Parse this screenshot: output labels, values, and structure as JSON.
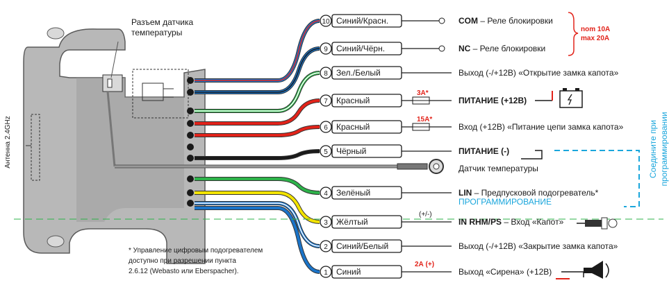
{
  "colors": {
    "blue": "#1a74c9",
    "red": "#e2231a",
    "green": "#2db34a",
    "yellow": "#f2e300",
    "black": "#1a1a1a",
    "gray": "#8a8a8a",
    "cyan_dashed": "#1aa6dc",
    "body_gray": "#b8b8b8"
  },
  "device": {
    "antenna_label": "Антенна 2.4GHz",
    "temp_connector_label_1": "Разъем датчика",
    "temp_connector_label_2": "температуры"
  },
  "footnote": {
    "line1": "* Управление цифровым подогревателем",
    "line2": "доступно при разрешении пункта",
    "line3": "2.6.12 (Webasto или Eberspacher)."
  },
  "wires": [
    {
      "num": "10",
      "name": "Синий/Красн.",
      "prefix": "COM",
      "desc": " – Реле блокировки",
      "desc_extra": "",
      "fuse": ""
    },
    {
      "num": "9",
      "name": "Синий/Чёрн.",
      "prefix": "NC",
      "desc": " – Реле блокировки",
      "desc_extra": "",
      "fuse": ""
    },
    {
      "num": "8",
      "name": "Зел./Белый",
      "prefix": "",
      "desc": "Выход (-/+12В) «Открытие замка капота»",
      "desc_extra": "",
      "fuse": ""
    },
    {
      "num": "7",
      "name": "Красный",
      "prefix": "ПИТАНИЕ (+12В)",
      "desc": "",
      "desc_extra": "",
      "fuse": "3А*"
    },
    {
      "num": "6",
      "name": "Красный",
      "prefix": "",
      "desc": "Вход (+12В) «Питание цепи замка капота»",
      "desc_extra": "",
      "fuse": "15А*"
    },
    {
      "num": "5",
      "name": "Чёрный",
      "prefix": "ПИТАНИЕ (-)",
      "desc": "",
      "desc_extra": "",
      "fuse": ""
    },
    {
      "num": "4",
      "name": "Зелёный",
      "prefix": "LIN",
      "desc": " – Предпусковой подогреватель*",
      "desc_extra": "ПРОГРАММИРОВАНИЕ",
      "fuse": ""
    },
    {
      "num": "3",
      "name": "Жёлтый",
      "prefix": "IN RHM/PS",
      "desc": " – Вход «Капот»",
      "desc_extra": "",
      "fuse": "(+/-)"
    },
    {
      "num": "2",
      "name": "Синий/Белый",
      "prefix": "",
      "desc": "Выход (-/+12В) «Закрытие замка капота»",
      "desc_extra": "",
      "fuse": ""
    },
    {
      "num": "1",
      "name": "Синий",
      "prefix": "",
      "desc": "Выход «Сирена» (+12В)",
      "desc_extra": "",
      "fuse": "2А (+)"
    }
  ],
  "temp_sensor_label": "Датчик температуры",
  "relay_current": {
    "nom": "nom 10A",
    "max": "max 20A"
  },
  "connect_note": {
    "line1": "Соедините при",
    "line2": "программировании"
  }
}
